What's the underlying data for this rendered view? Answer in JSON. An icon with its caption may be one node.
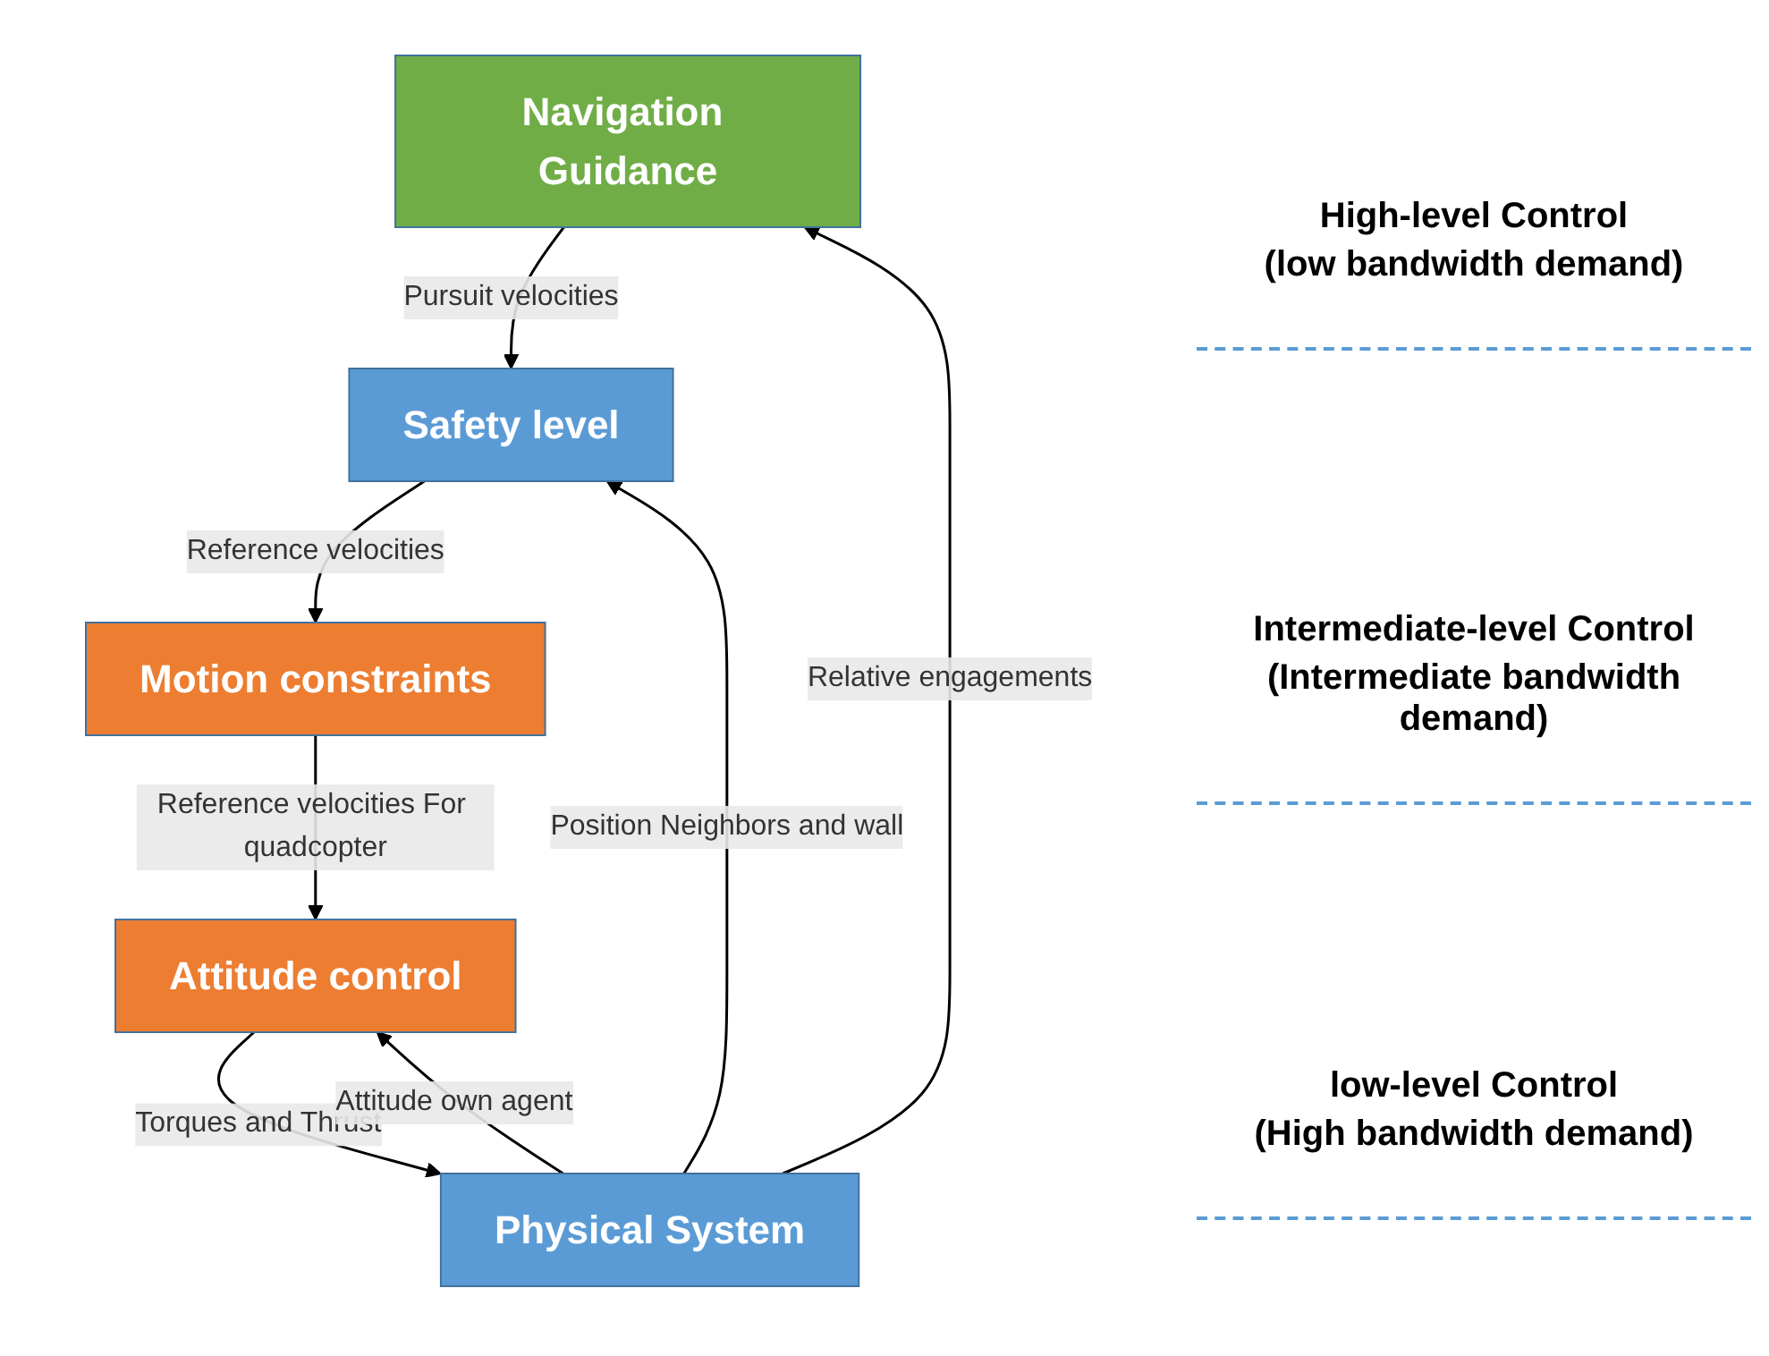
{
  "diagram": {
    "nodes": [
      {
        "text": [
          "Navigation Guidance"
        ]
      },
      {
        "text": [
          "Safety level"
        ]
      },
      {
        "text": [
          "Motion constraints"
        ]
      },
      {
        "text": [
          "Attitude control"
        ]
      },
      {
        "text": [
          "Physical System"
        ]
      }
    ],
    "edges": [
      {
        "from": 0,
        "to": 1,
        "arrow": "to",
        "label": "Pursuit velocities"
      },
      {
        "from": 1,
        "to": 2,
        "arrow": "to",
        "label": "Reference velocities"
      },
      {
        "from": 2,
        "to": 3,
        "arrow": "to",
        "label": "Reference velocities For quadcopter"
      },
      {
        "from": 3,
        "to": 4,
        "arrow": "to",
        "label": "Torques and Thrust"
      },
      {
        "from": 4,
        "to": 0,
        "arrow": "to",
        "label": "Relative engagements"
      },
      {
        "from": 4,
        "to": 1,
        "arrow": "to",
        "label": "Position Neighbors and wall"
      },
      {
        "from": 4,
        "to": 3,
        "arrow": "to",
        "label": "Attitude own agent"
      }
    ],
    "labels": [
      "High-level Control",
      "(low bandwidth demand)",
      "Intermediate-level Control",
      "(Intermediate bandwidth demand)",
      "low-level Control",
      "(High bandwidth demand)"
    ]
  }
}
